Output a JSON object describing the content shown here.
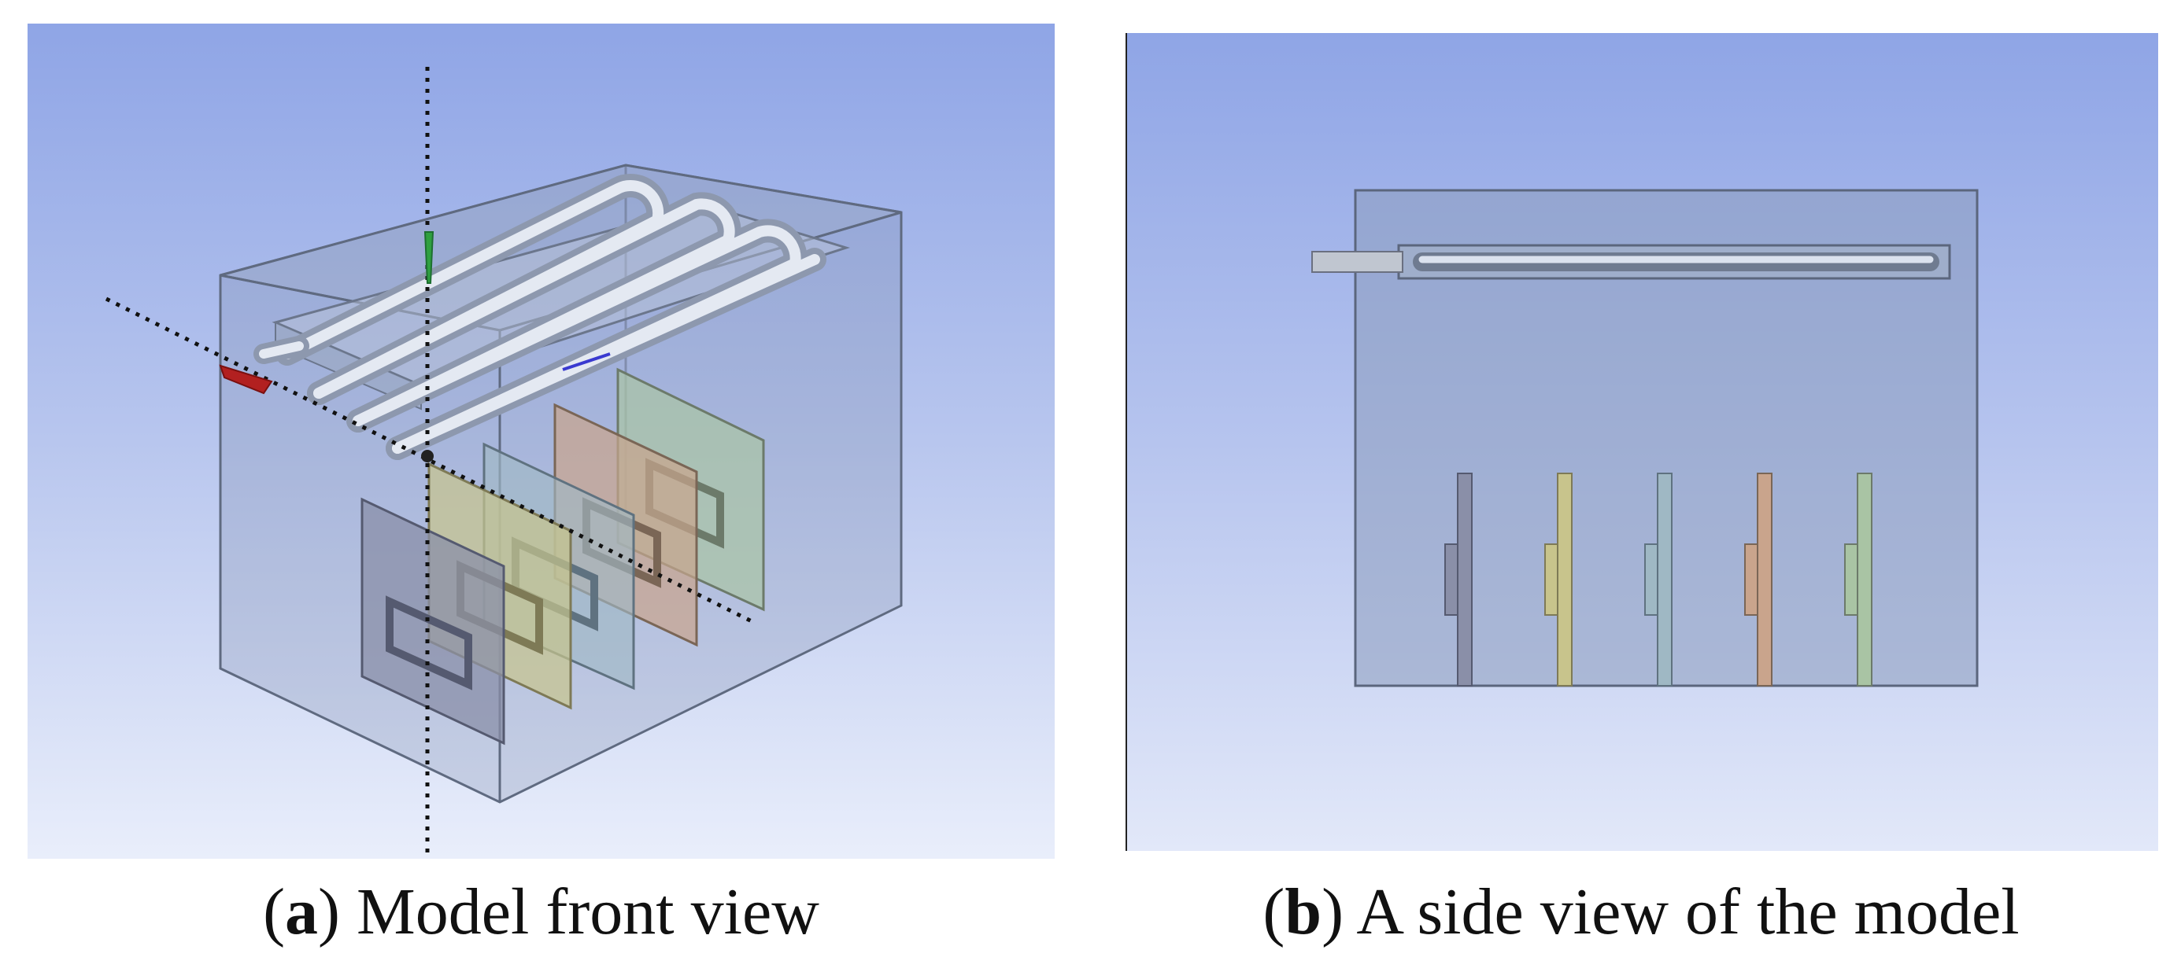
{
  "figure": {
    "panel_a": {
      "caption_open": "(",
      "caption_letter": "a",
      "caption_close": ")",
      "caption_text": " Model front view"
    },
    "panel_b": {
      "caption_open": "(",
      "caption_letter": "b",
      "caption_close": ")",
      "caption_text": " A side view of the model"
    }
  },
  "colors": {
    "background_top": "#8fa5e6",
    "background_bottom": "#e9eefb",
    "enclosure": "#8a9bb8",
    "plate_gray": "#8a8fa8",
    "plate_yellow": "#c8c48c",
    "plate_blue": "#9fb8c4",
    "plate_orange": "#c9a48c",
    "plate_green": "#a9c4a4",
    "pipe": "#c9d3e2",
    "axis_x": "#b22020",
    "axis_y": "#2fa040",
    "axis_z": "#3a3ad0"
  }
}
